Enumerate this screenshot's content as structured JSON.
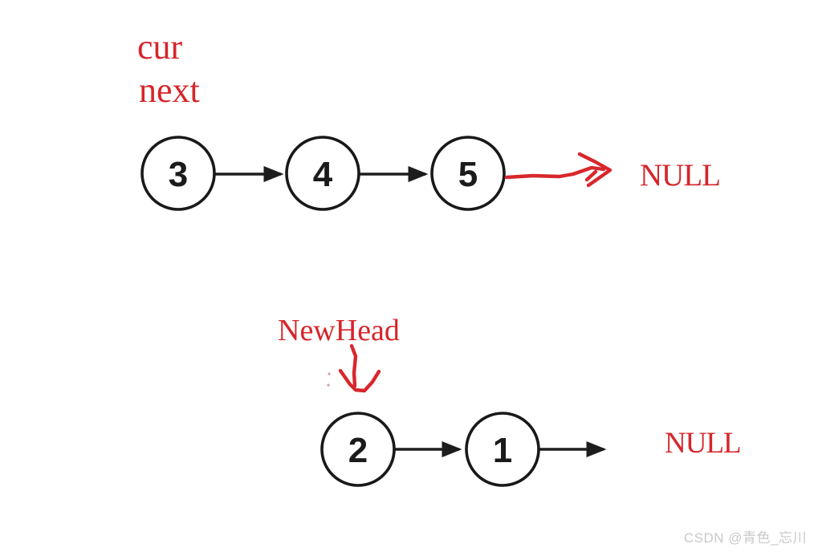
{
  "pointers": {
    "cur": "cur",
    "next": "next",
    "new_head": "NewHead"
  },
  "top_list": {
    "nodes": [
      "3",
      "4",
      "5"
    ],
    "terminator": "NULL"
  },
  "bottom_list": {
    "nodes": [
      "2",
      "1"
    ],
    "terminator": "NULL"
  },
  "watermark": "CSDN @青色_忘川",
  "colors": {
    "annotation_red": "#d8272c",
    "node_stroke_black": "#191919",
    "arrow_black": "#1d1d1d",
    "watermark_gray": "#c9c9c9",
    "background": "#ffffff"
  }
}
